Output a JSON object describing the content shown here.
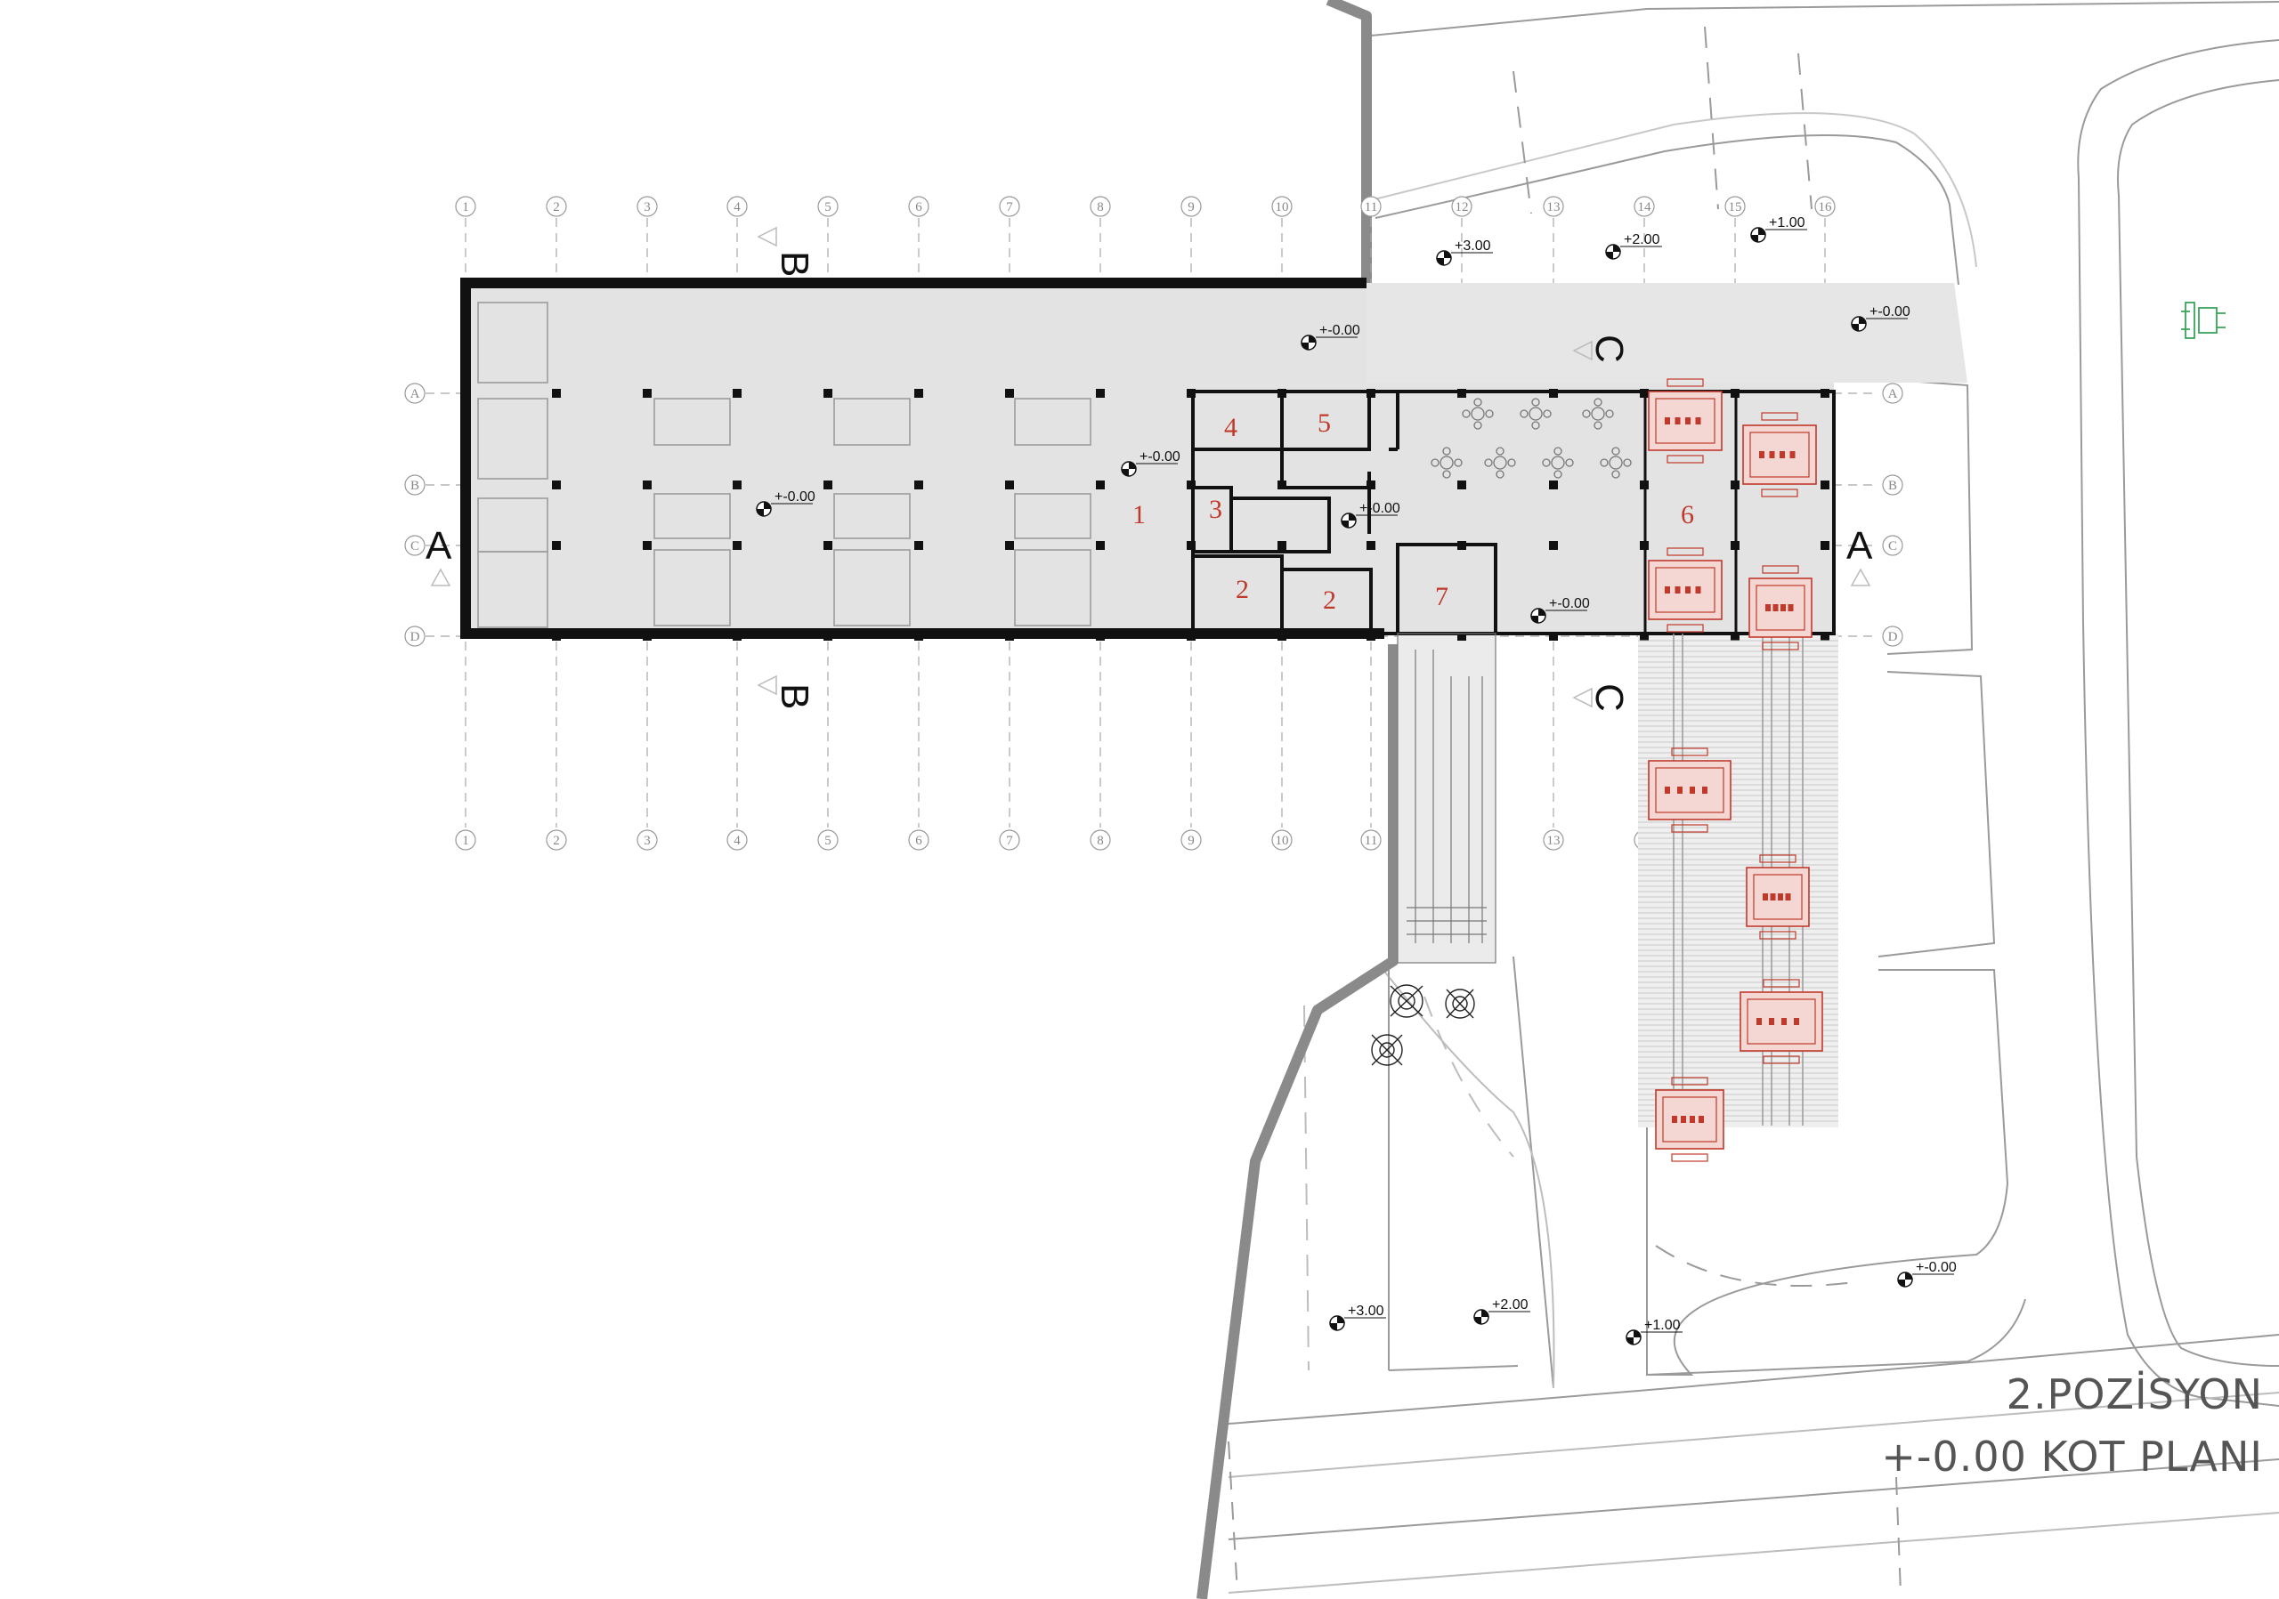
{
  "grid": {
    "columns": [
      "1",
      "2",
      "3",
      "4",
      "5",
      "6",
      "7",
      "8",
      "9",
      "10",
      "11",
      "12",
      "13",
      "14",
      "15",
      "16"
    ],
    "rows": [
      "A",
      "B",
      "C",
      "D"
    ]
  },
  "sections": {
    "a": "A",
    "b": "B",
    "c": "C"
  },
  "levels": [
    {
      "id": "lv-upper-road-1",
      "text": "+3.00"
    },
    {
      "id": "lv-upper-road-2",
      "text": "+2.00"
    },
    {
      "id": "lv-upper-road-3",
      "text": "+1.00"
    },
    {
      "id": "lv-upper-road-4",
      "text": "+-0.00"
    },
    {
      "id": "lv-plaza",
      "text": "+-0.00"
    },
    {
      "id": "lv-room-1",
      "text": "+-0.00"
    },
    {
      "id": "lv-west-hall",
      "text": "+-0.00"
    },
    {
      "id": "lv-corridor",
      "text": "+-0.00"
    },
    {
      "id": "lv-cafe",
      "text": "+-0.00"
    },
    {
      "id": "lv-lower-1",
      "text": "+3.00"
    },
    {
      "id": "lv-lower-2",
      "text": "+2.00"
    },
    {
      "id": "lv-lower-3",
      "text": "+1.00"
    },
    {
      "id": "lv-lower-4",
      "text": "+-0.00"
    }
  ],
  "rooms": [
    "1",
    "2",
    "2",
    "3",
    "4",
    "5",
    "6",
    "7"
  ],
  "title": {
    "line1": "2.POZİSYON",
    "line2": "+-0.00 KOT PLANI"
  },
  "colors": {
    "wall": "#111111",
    "floor": "#e3e3e3",
    "terrain_edge": "#8a8a8a",
    "furniture": "#c0392b",
    "grid": "#9a9a9a",
    "legend_icon": "#3aa35a"
  }
}
